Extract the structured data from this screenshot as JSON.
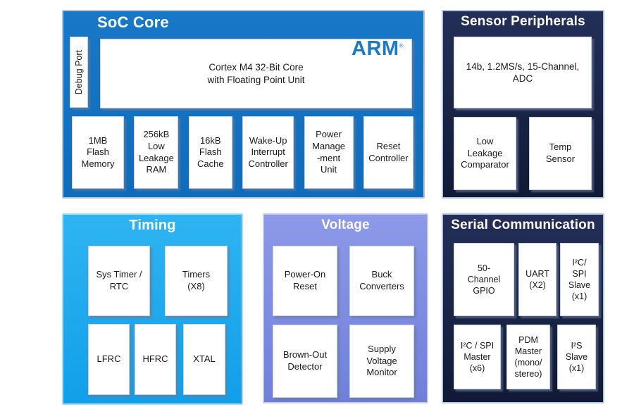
{
  "diagram": {
    "blocks": {
      "soc_core": {
        "title": "SoC Core",
        "debug_port_label": "Debug Port",
        "arm_logo": "ARM",
        "arm_trademark": "®",
        "core_label": "Cortex M4 32-Bit Core\nwith Floating Point Unit",
        "memory_boxes": [
          {
            "label": "1MB\nFlash\nMemory"
          },
          {
            "label": "256kB\nLow\nLeakage\nRAM"
          },
          {
            "label": "16kB\nFlash\nCache"
          },
          {
            "label": "Wake-Up\nInterrupt\nController"
          },
          {
            "label": "Power\nManage\n-ment\nUnit"
          },
          {
            "label": "Reset\nController"
          }
        ]
      },
      "sensor_peripherals": {
        "title": "Sensor Peripherals",
        "adc_label": "14b, 1.2MS/s, 15-Channel,\nADC",
        "boxes": [
          {
            "label": "Low\nLeakage\nComparator"
          },
          {
            "label": "Temp\nSensor"
          }
        ]
      },
      "timing": {
        "title": "Timing",
        "boxes": [
          {
            "label": "Sys Timer /\nRTC"
          },
          {
            "label": "Timers\n(X8)"
          },
          {
            "label": "LFRC"
          },
          {
            "label": "HFRC"
          },
          {
            "label": "XTAL"
          }
        ]
      },
      "voltage": {
        "title": "Voltage",
        "boxes": [
          {
            "label": "Power-On\nReset"
          },
          {
            "label": "Buck\nConverters"
          },
          {
            "label": "Brown-Out\nDetector"
          },
          {
            "label": "Supply\nVoltage\nMonitor"
          }
        ]
      },
      "serial_communication": {
        "title": "Serial Communication",
        "boxes": [
          {
            "label": "50-\nChannel\nGPIO"
          },
          {
            "label": "UART\n(X2)"
          },
          {
            "label": "I²C/\nSPI\nSlave\n(x1)"
          },
          {
            "label": "I²C / SPI\nMaster\n(x6)"
          },
          {
            "label": "PDM\nMaster\n(mono/\nstereo)"
          },
          {
            "label": "I²S\nSlave\n(x1)"
          }
        ]
      }
    },
    "colors": {
      "soc_core_bg": "#1372c2",
      "sensor_peripherals_bg": "#1b2749",
      "timing_bg": "#1ea9ee",
      "voltage_bg": "#7e8ee2",
      "serial_communication_bg": "#1b2749",
      "arm_logo_blue": "#1d79c4",
      "box_bg": "#ffffff",
      "box_text": "#1a1a1a",
      "title_text": "#ffffff"
    }
  }
}
